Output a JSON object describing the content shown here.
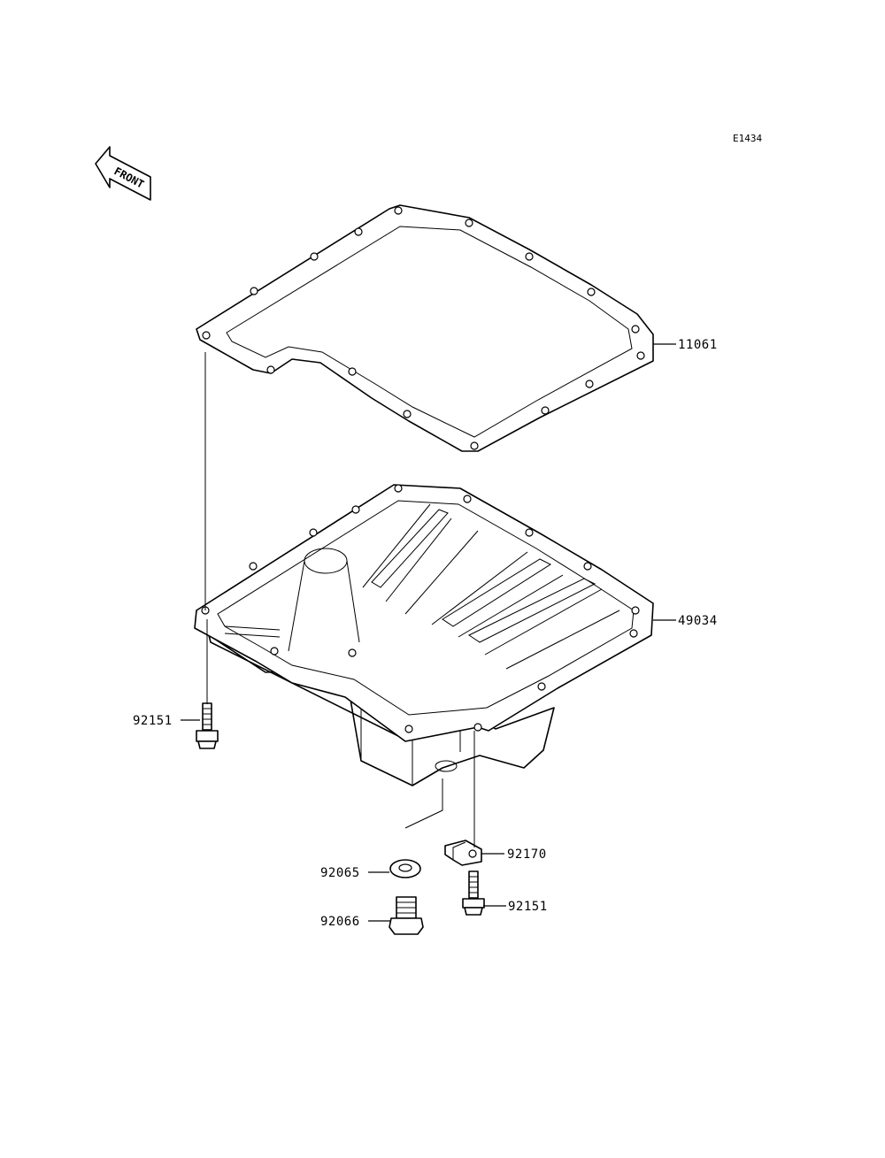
{
  "diagram": {
    "code": "E1434",
    "front_label": "FRONT",
    "parts": [
      {
        "id": "gasket",
        "number": "11061"
      },
      {
        "id": "oil-pan",
        "number": "49034"
      },
      {
        "id": "bolt-left",
        "number": "92151"
      },
      {
        "id": "clamp",
        "number": "92170"
      },
      {
        "id": "washer",
        "number": "92065"
      },
      {
        "id": "bolt-right",
        "number": "92151"
      },
      {
        "id": "drain-plug",
        "number": "92066"
      }
    ]
  }
}
